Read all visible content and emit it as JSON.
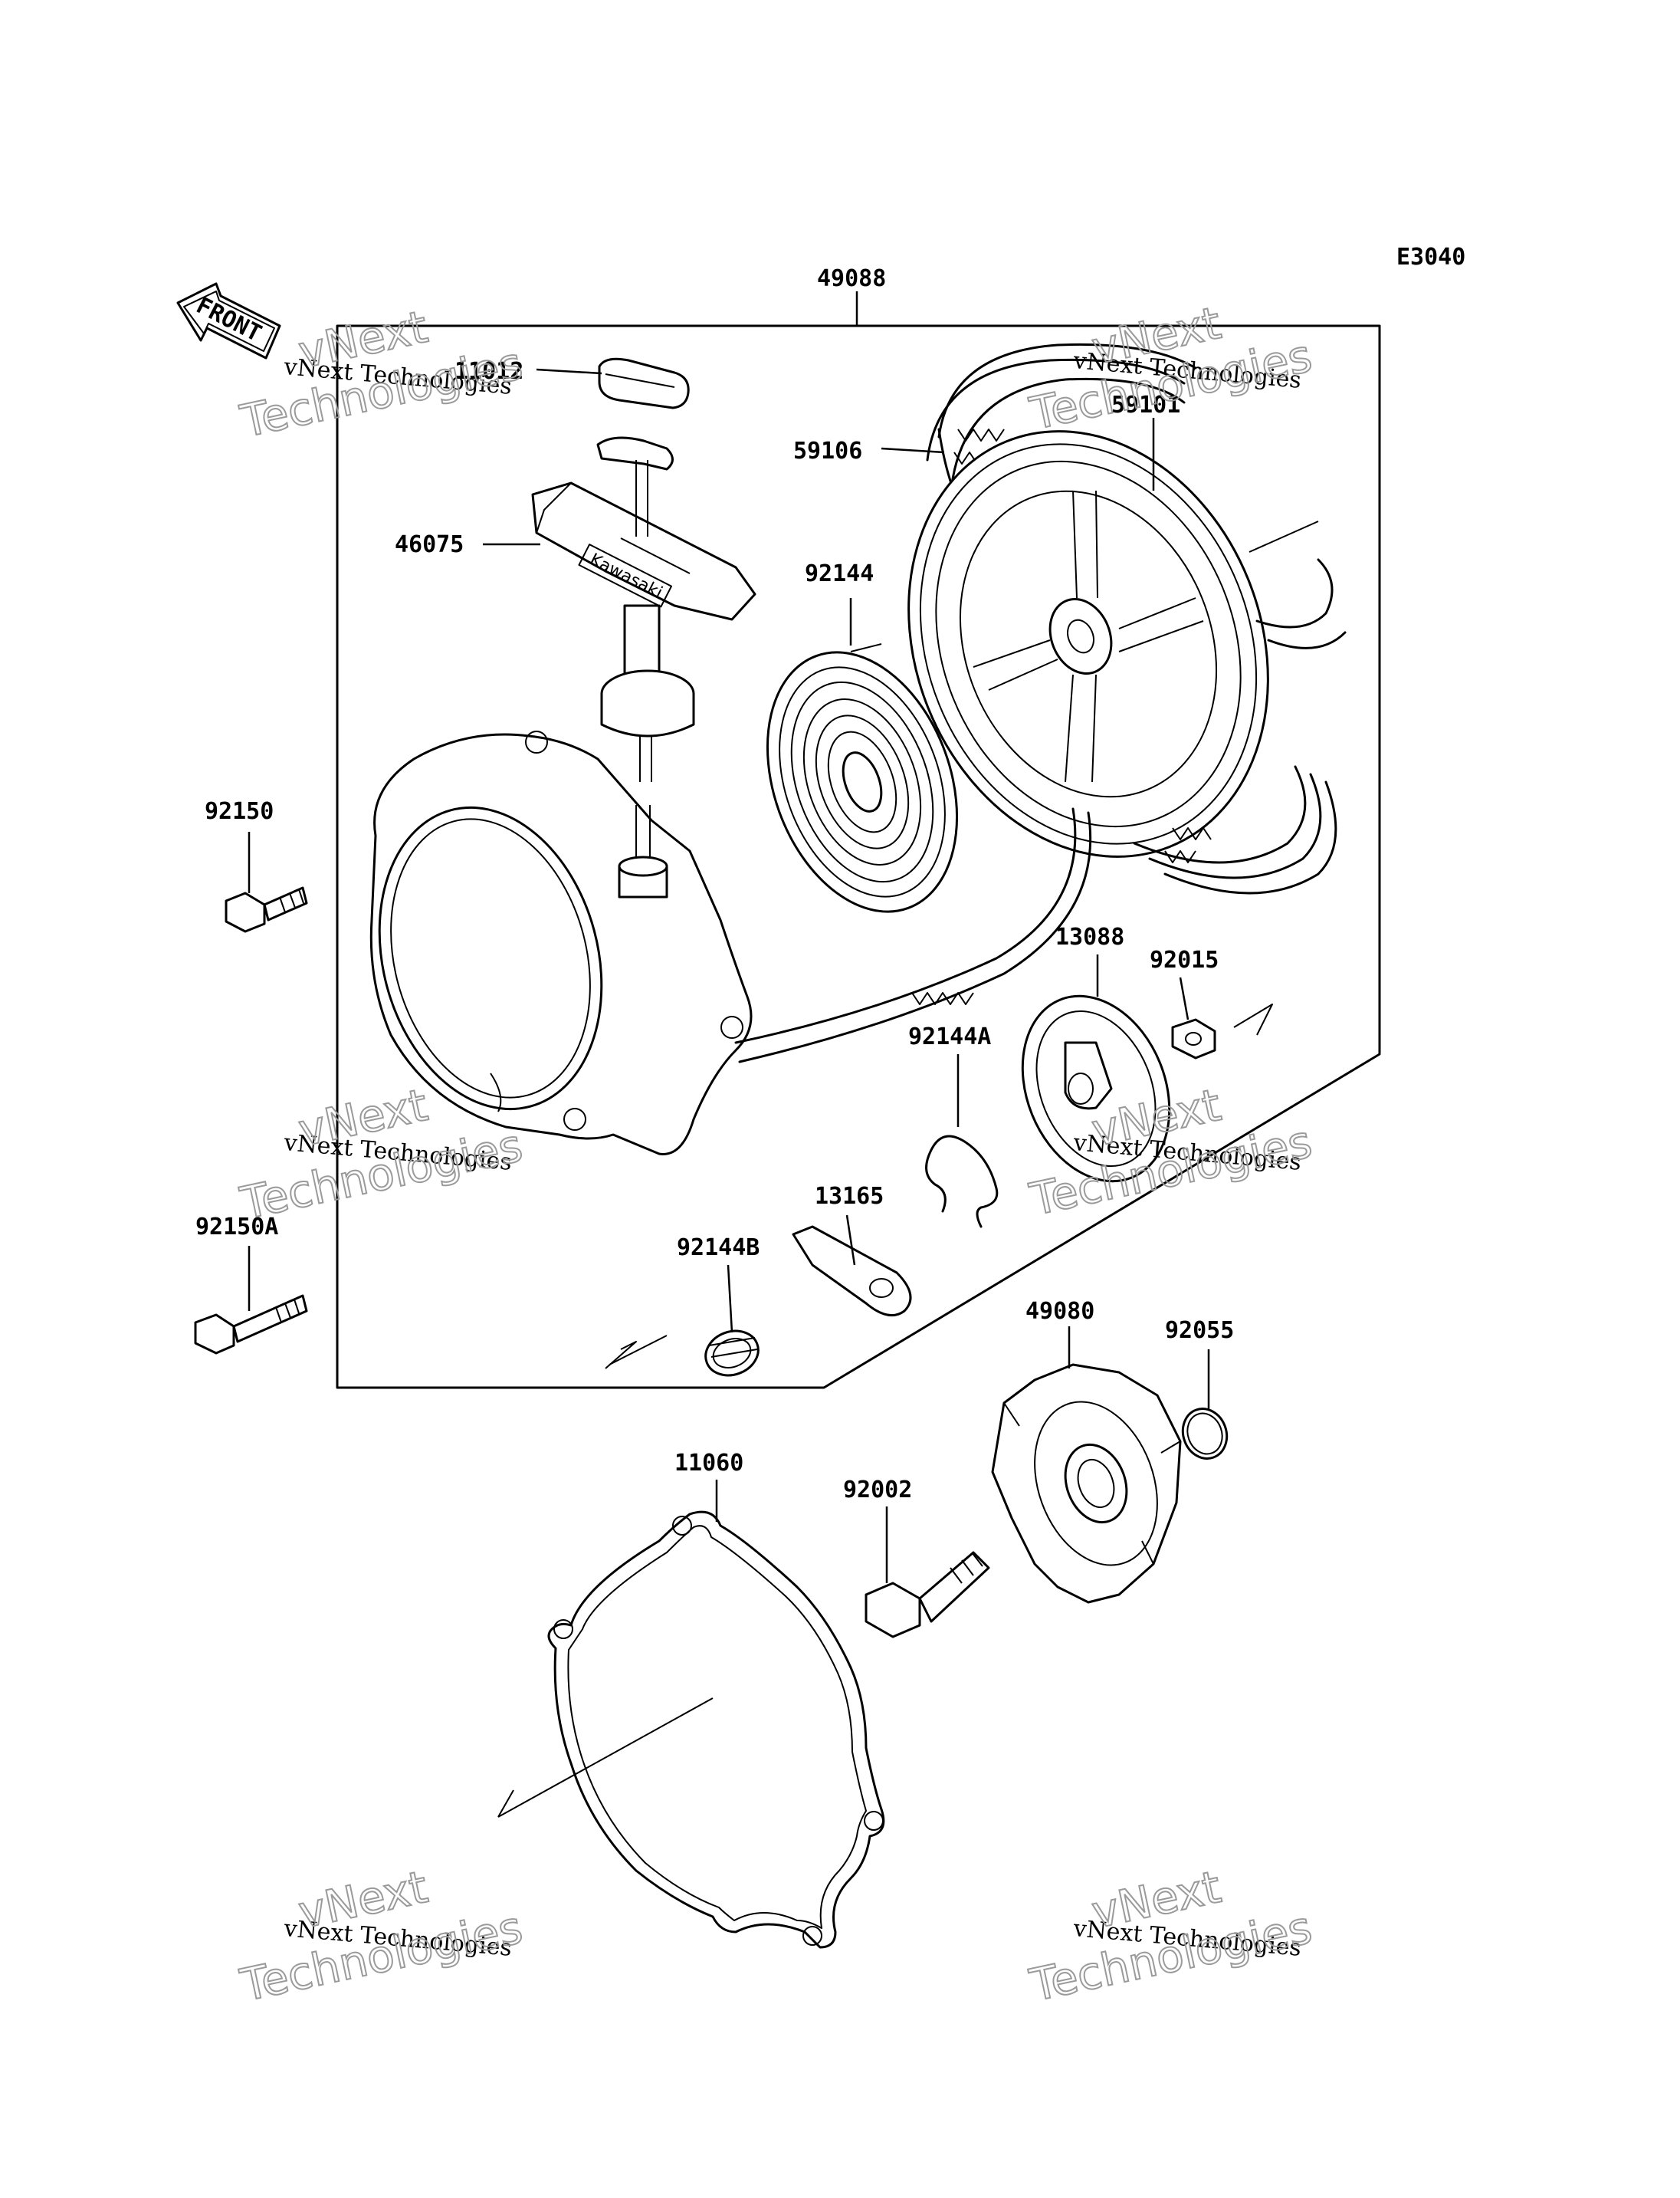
{
  "diagram_code": "E3040",
  "front_label": "FRONT",
  "watermark": {
    "line1": "vNext Technologies",
    "line2": "vNext",
    "line3": "Technologies"
  },
  "parts": {
    "p49088": "49088",
    "p11012": "11012",
    "p59106": "59106",
    "p59101": "59101",
    "p46075": "46075",
    "p92144": "92144",
    "p92150": "92150",
    "p13088": "13088",
    "p92015": "92015",
    "p92144A": "92144A",
    "p13165": "13165",
    "p92150A": "92150A",
    "p92144B": "92144B",
    "p49080": "49080",
    "p92055": "92055",
    "p11060": "11060",
    "p92002": "92002"
  },
  "handle_brand": "Kawasaki"
}
